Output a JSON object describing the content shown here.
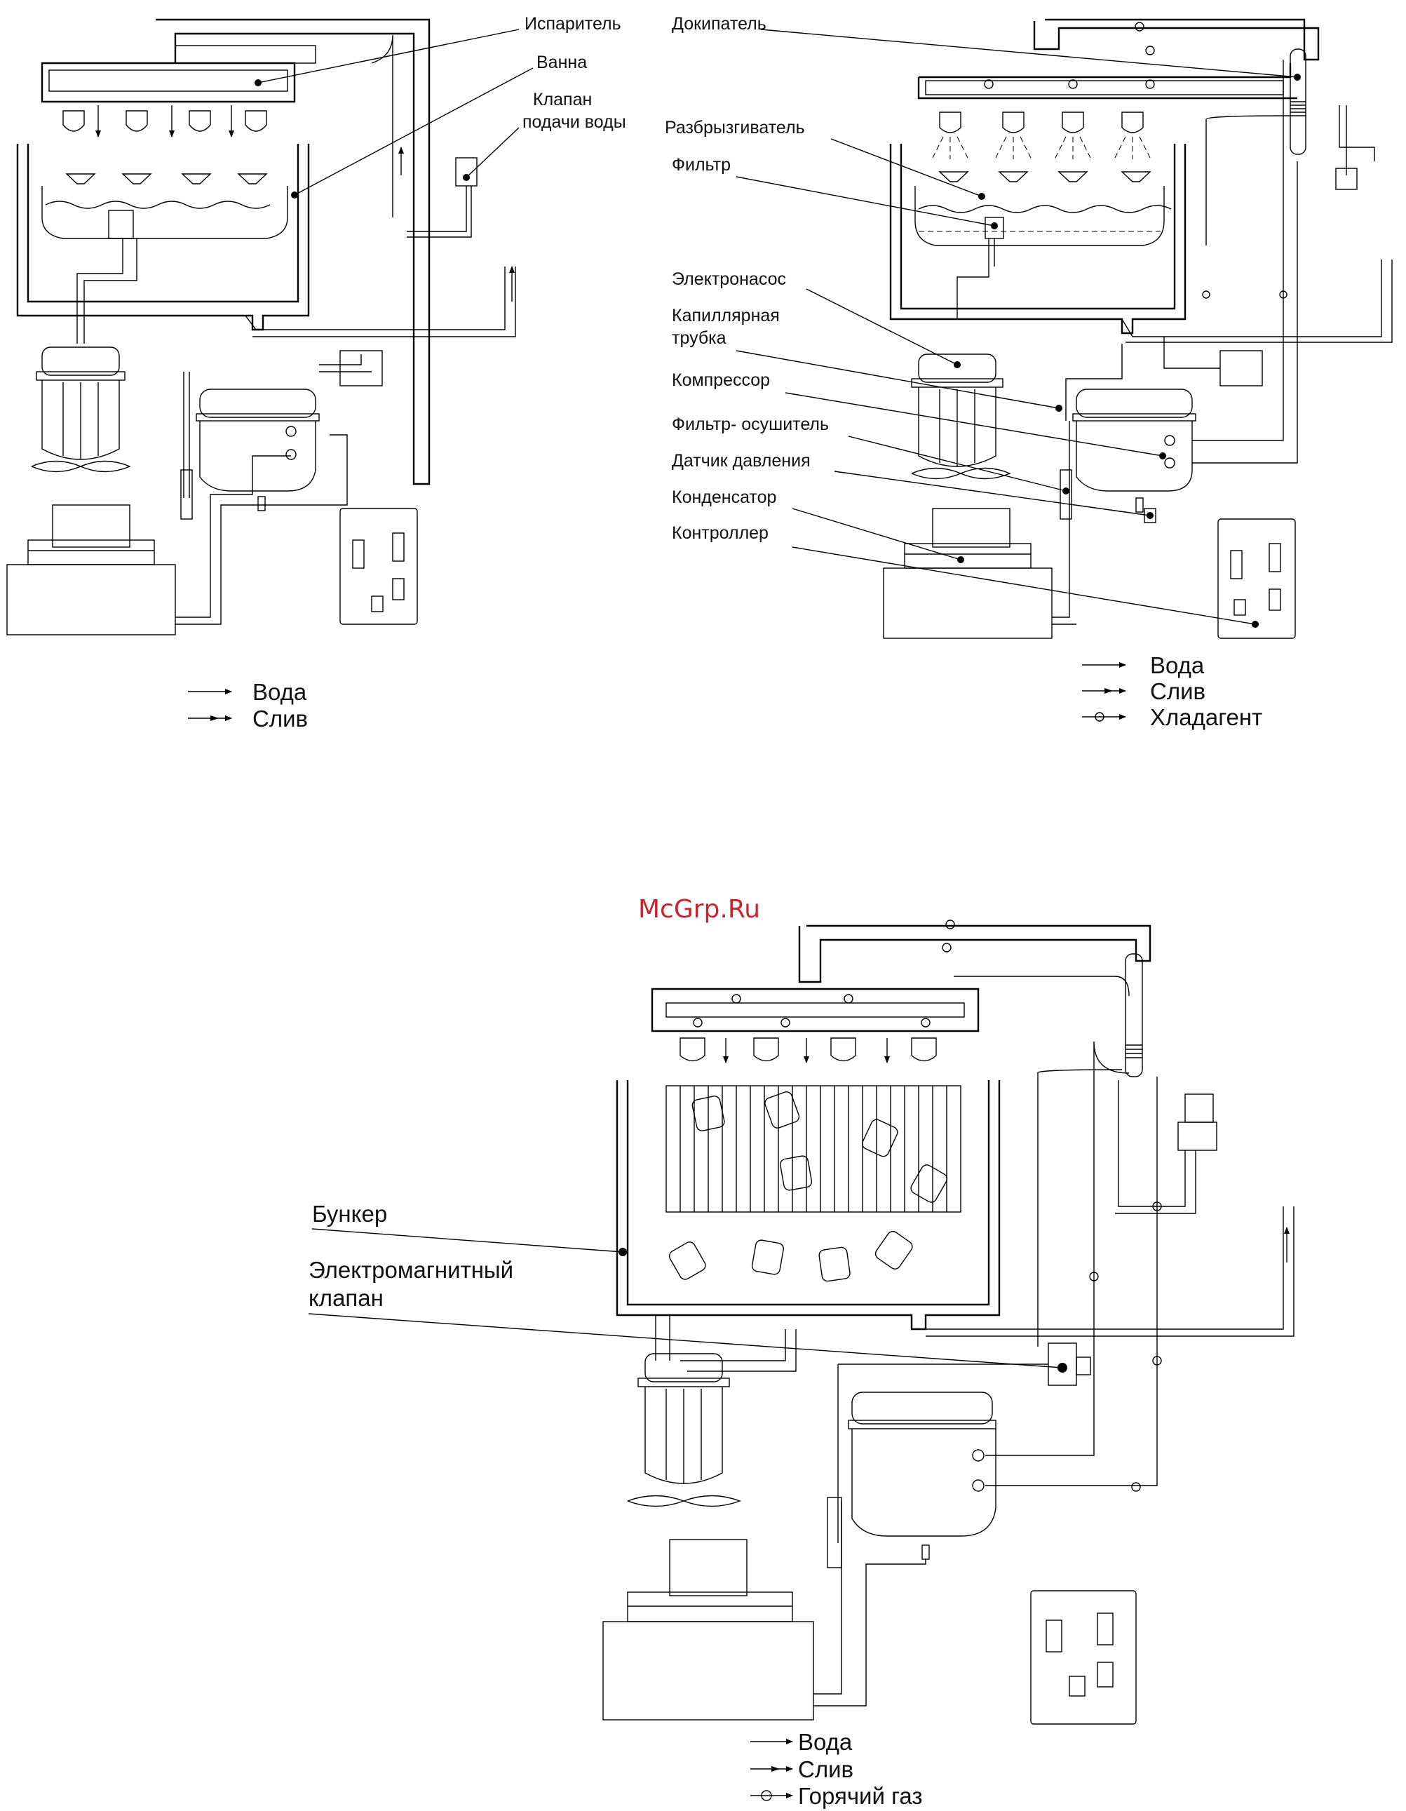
{
  "watermark": "McGrp.Ru",
  "diagram_top_left": {
    "labels": {
      "evaporator": "Испаритель",
      "bath": "Ванна",
      "water_valve_line1": "Клапан",
      "water_valve_line2": "подачи воды"
    },
    "legend": [
      {
        "symbol": "arrow-single",
        "text": "Вода"
      },
      {
        "symbol": "arrow-double",
        "text": "Слив"
      }
    ]
  },
  "diagram_top_right": {
    "labels": {
      "reboiler": "Докипатель",
      "sprayer": "Разбрызгиватель",
      "filter": "Фильтр",
      "pump": "Электронасос",
      "capillary_line1": "Капиллярная",
      "capillary_line2": "трубка",
      "compressor": "Компрессор",
      "filter_drier": "Фильтр- осушитель",
      "pressure_sensor": "Датчик давления",
      "condenser": "Конденсатор",
      "controller": "Контроллер"
    },
    "legend": [
      {
        "symbol": "arrow-single",
        "text": "Вода"
      },
      {
        "symbol": "arrow-double",
        "text": "Слив"
      },
      {
        "symbol": "arrow-circle",
        "text": "Хладагент"
      }
    ]
  },
  "diagram_bottom": {
    "labels": {
      "bin": "Бункер",
      "solenoid_line1": "Электромагнитный",
      "solenoid_line2": "клапан"
    },
    "legend": [
      {
        "symbol": "arrow-single",
        "text": "Вода"
      },
      {
        "symbol": "arrow-double",
        "text": "Слив"
      },
      {
        "symbol": "arrow-circle",
        "text": "Горячий газ"
      }
    ]
  }
}
